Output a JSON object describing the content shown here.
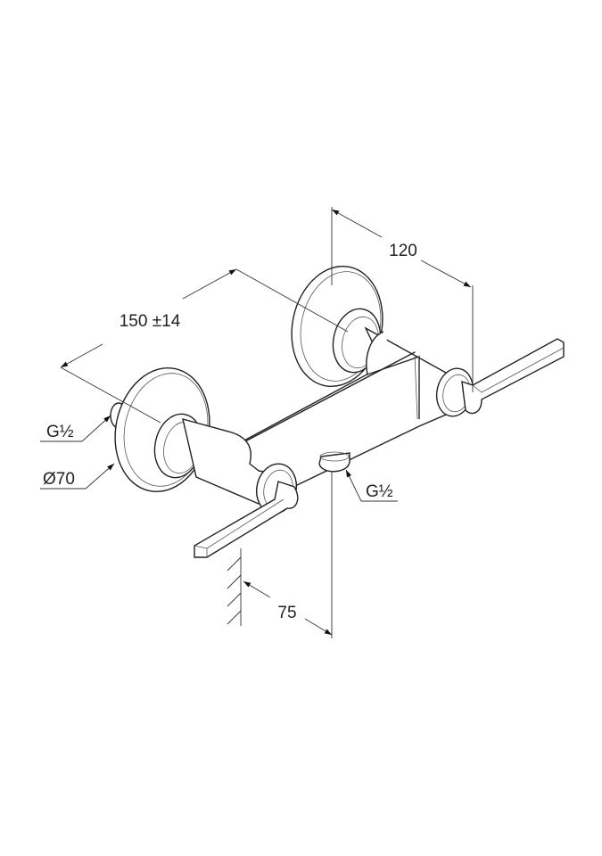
{
  "dimensions": {
    "depth_top": "120",
    "spacing": "150 ±14",
    "rosette_diameter": "Ø70",
    "inlet_thread": "G½",
    "outlet_thread": "G½",
    "wall_offset": "75"
  },
  "colors": {
    "line": "#222222",
    "background": "#ffffff"
  }
}
